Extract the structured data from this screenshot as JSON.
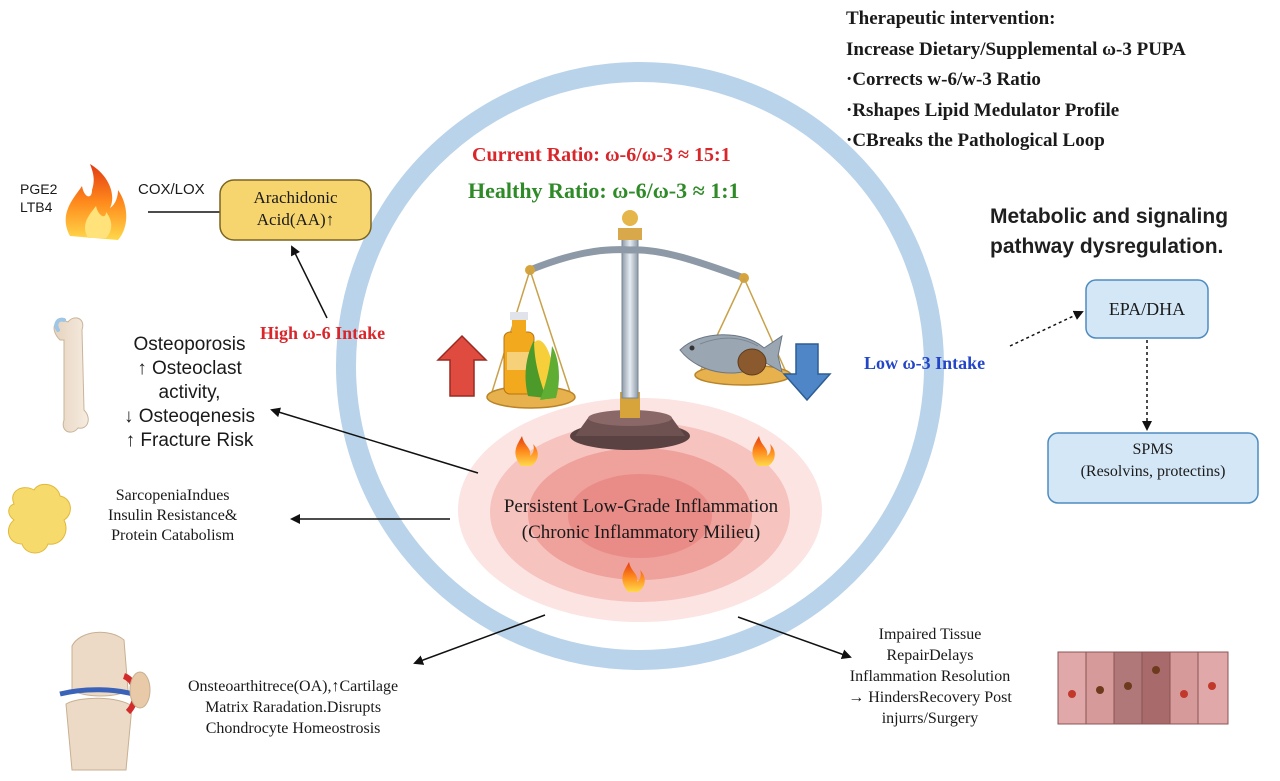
{
  "therapeutic": {
    "lines": [
      "Therapeutic intervention:",
      "Increase Dietary/Supplemental ω-3 PUPA",
      "·Corrects w-6/w-3 Ratio",
      "·Rshapes Lipid Medulator Profile",
      "·CBreaks the Pathological Loop"
    ]
  },
  "ratios": {
    "current": "Current Ratio: ω-6/ω-3 ≈ 15:1",
    "healthy": "Healthy Ratio: ω-6/ω-3 ≈ 1:1"
  },
  "metabolic": {
    "lines": [
      "Metabolic and signaling",
      "pathway dysregulation."
    ]
  },
  "intake": {
    "high": "High ω-6 Intake",
    "low": "Low ω-3 Intake"
  },
  "lipid": {
    "mediators": [
      "PGE2",
      "LTB4"
    ],
    "enzyme": "COX/LOX",
    "aa_lines": [
      "Arachidonic",
      "Acid(AA)↑"
    ]
  },
  "effects": {
    "bone": [
      "Osteoporosis",
      "↑ Osteoclast",
      "activity,",
      "↓ Osteoqenesis",
      "↑ Fracture Risk"
    ],
    "muscle": [
      "SarcopeniaIndues",
      "Insulin Resistance&",
      "Protein Catabolism"
    ],
    "joint": [
      "Onsteoarthitrece(OA),↑Cartilage",
      "Matrix Raradation.Disrupts",
      "Chondrocyte Homeostrosis"
    ],
    "tissue": [
      "Impaired Tissue",
      "RepairDelays",
      "Inflammation Resolution",
      "→ HindersRecovery Post",
      "injurrs/Surgery"
    ]
  },
  "inflammation": {
    "lines": [
      "Persistent Low-Grade Inflammation",
      "(Chronic Inflammatory Milieu)"
    ]
  },
  "pathway": {
    "epa": "EPA/DHA",
    "spms_lines": [
      "SPMS",
      "(Resolvins, protectins)"
    ]
  },
  "colors": {
    "ring": "#b9d3ea",
    "current_ratio": "#d8262b",
    "healthy_ratio": "#2f8a28",
    "high_intake": "#d8262b",
    "low_intake": "#2346c8",
    "aa_fill": "#f6d56e",
    "box_fill": "#d4e7f6",
    "box_stroke": "#4e8cc0"
  }
}
